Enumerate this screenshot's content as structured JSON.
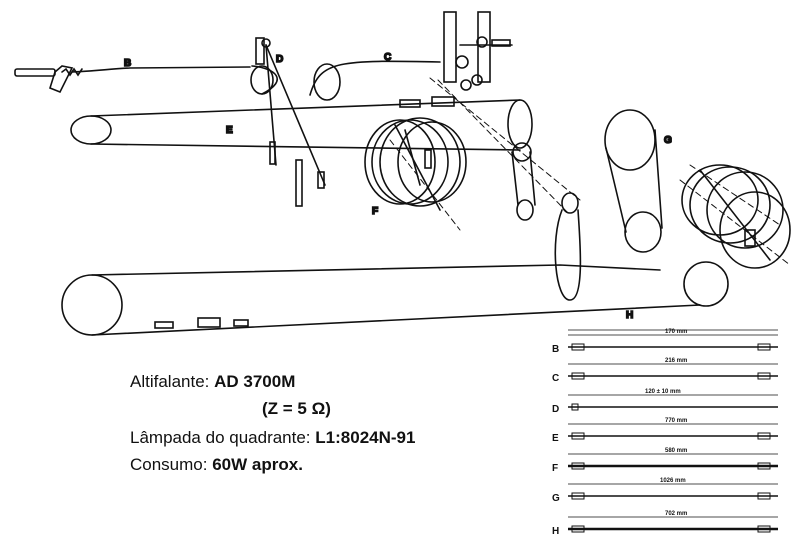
{
  "cords": [
    {
      "id": "B",
      "length": "170 mm"
    },
    {
      "id": "C",
      "length": "216 mm"
    },
    {
      "id": "D",
      "length": "120 ± 10 mm"
    },
    {
      "id": "E",
      "length": "770 mm"
    },
    {
      "id": "F",
      "length": "580 mm"
    },
    {
      "id": "G",
      "length": "1026 mm"
    },
    {
      "id": "H",
      "length": "702 mm"
    }
  ],
  "specs": {
    "speaker_label": "Altifalante:",
    "speaker_value": "AD 3700M",
    "impedance": "(Z = 5 Ω)",
    "lamp_label": "Lâmpada do quadrante:",
    "lamp_value": "L1:8024N-91",
    "power_label": "Consumo:",
    "power_value": "60W aprox."
  }
}
